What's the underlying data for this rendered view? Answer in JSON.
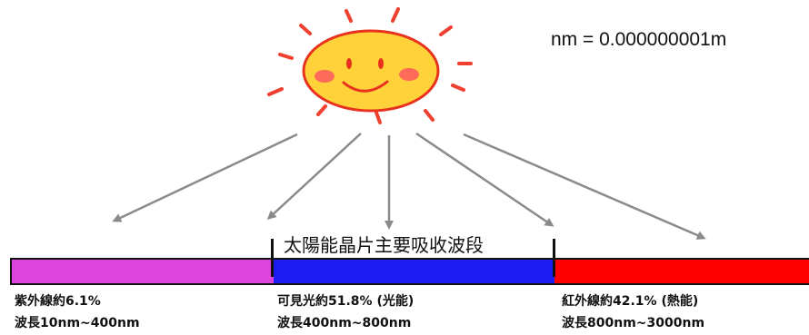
{
  "note": "nm = 0.000000001m",
  "band_title": "太陽能晶片主要吸收波段",
  "bands": [
    {
      "name_line": "紫外線約6.1%",
      "range_line": "波長10nm~400nm",
      "color": "#dd44dd",
      "share_percent": 6.1
    },
    {
      "name_line": "可見光約51.8% (光能)",
      "range_line": "波長400nm~800nm",
      "color": "#1c1cf0",
      "share_percent": 51.8
    },
    {
      "name_line": "紅外線約42.1% (熱能)",
      "range_line": "波長800nm~3000nm",
      "color": "#ff0000",
      "share_percent": 42.1
    }
  ],
  "colors": {
    "sun_face": "#ffd23a",
    "sun_outline": "#e8321e",
    "sun_rays": "#f04030",
    "cheeks": "#ff6b5a",
    "arrows": "#8a8a8a"
  }
}
